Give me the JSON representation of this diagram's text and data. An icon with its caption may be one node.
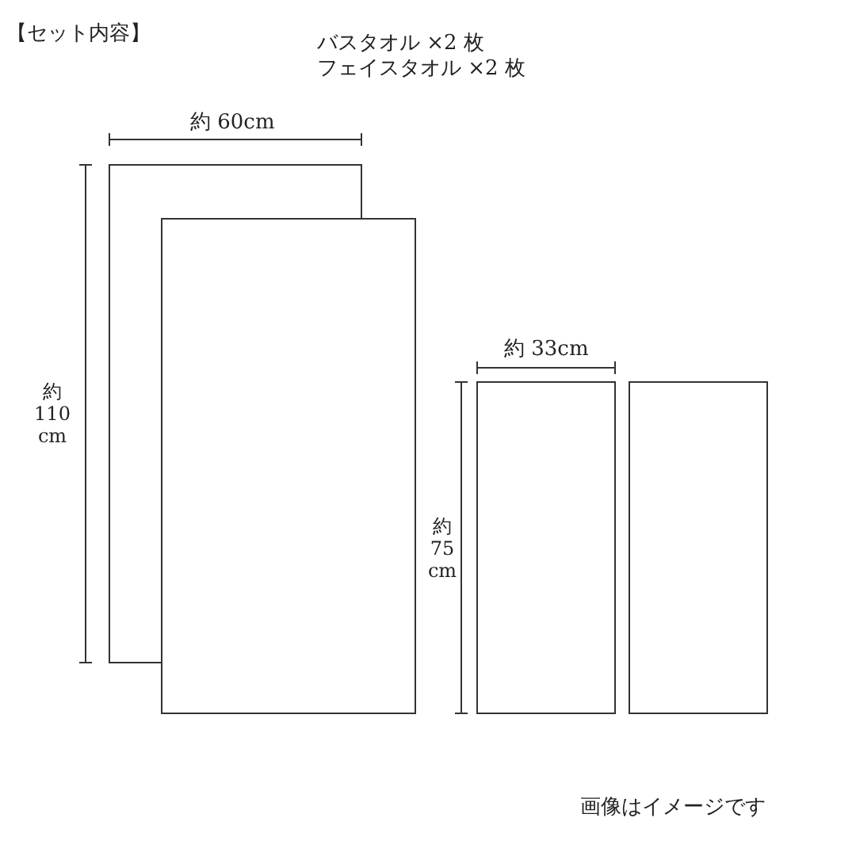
{
  "diagram": {
    "labels": [
      "【セット内容】",
      "バスタオル ×2 枚",
      "フェイスタオル ×2 枚",
      "約 60cm",
      "約 110 cm",
      "約 33cm",
      "約 75 cm",
      "画像はイメージです"
    ]
  }
}
